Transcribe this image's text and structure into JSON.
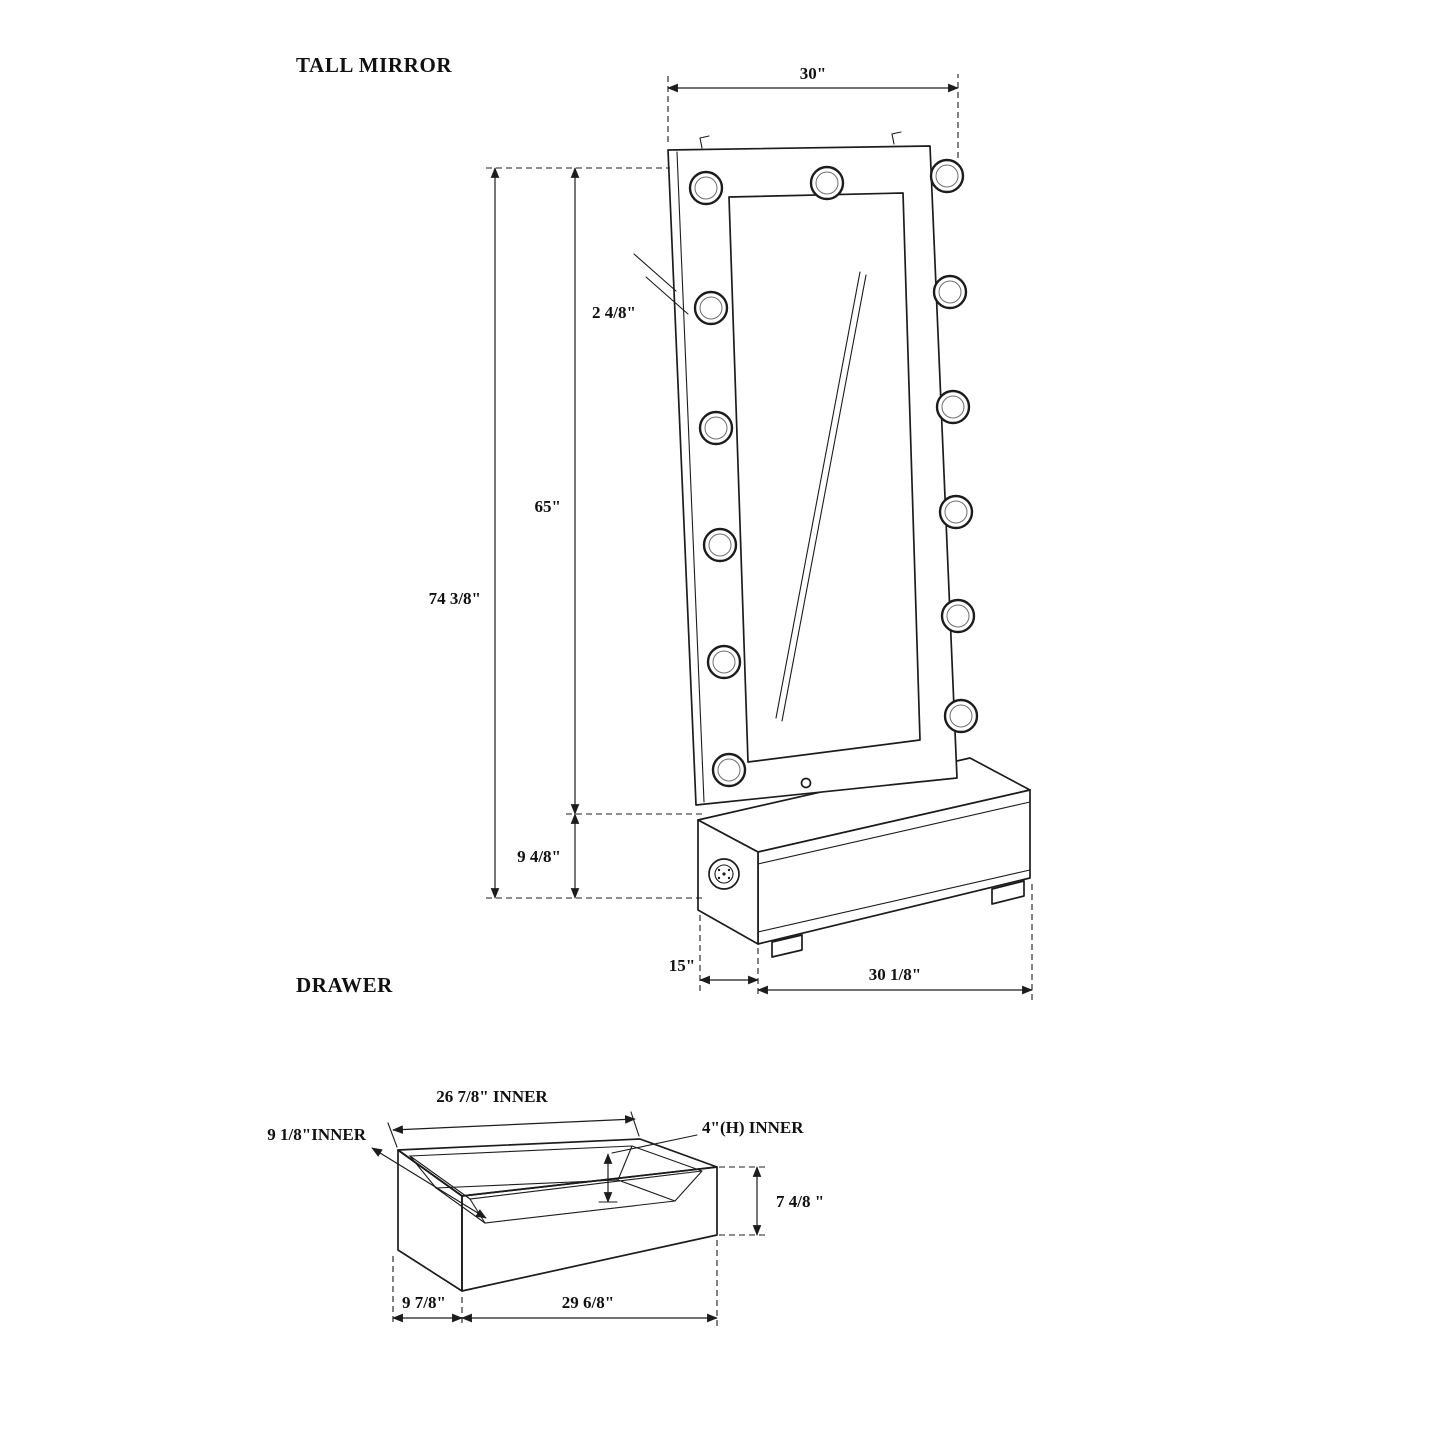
{
  "colors": {
    "background": "#ffffff",
    "line": "#1c1c1c"
  },
  "mirror": {
    "title": "TALL MIRROR",
    "bulb_count": 13,
    "dims": {
      "overall_width": "30\"",
      "overall_height": "74 3/8\"",
      "mirror_height": "65\"",
      "base_height": "9 4/8\"",
      "frame_thickness": "2 4/8\"",
      "base_depth": "15\"",
      "base_width": "30 1/8\""
    }
  },
  "drawer": {
    "title": "DRAWER",
    "dims": {
      "inner_width": "26 7/8\" INNER",
      "inner_depth": "9 1/8\"INNER",
      "inner_height": "4\"(H) INNER",
      "front_height": "7 4/8 \"",
      "outer_depth": "9 7/8\"",
      "outer_width": "29 6/8\""
    }
  }
}
